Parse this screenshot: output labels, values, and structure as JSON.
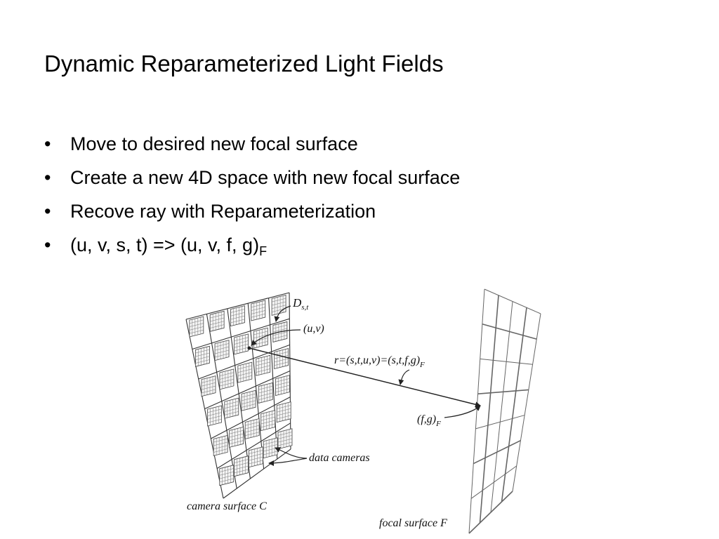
{
  "slide": {
    "title": "Dynamic Reparameterized Light Fields",
    "bullet_symbol": "•",
    "bullets": [
      "Move to desired new focal surface",
      "Create a new 4D space with new focal surface",
      "Recove ray with Reparameterization"
    ],
    "bullet4": {
      "text": "(u, v, s, t) => (u, v, f, g)",
      "sub": "F"
    }
  },
  "figure": {
    "label_d": "D",
    "label_d_sub": "s,t",
    "label_uv": "(u,v)",
    "label_ray": "r=(s,t,u,v)=(s,t,f,g)",
    "label_ray_sub": "F",
    "label_fg": "(f,g)",
    "label_fg_sub": "F",
    "label_cameras": "data cameras",
    "label_camera_surface": "camera surface C",
    "label_focal_surface": "focal surface F"
  }
}
